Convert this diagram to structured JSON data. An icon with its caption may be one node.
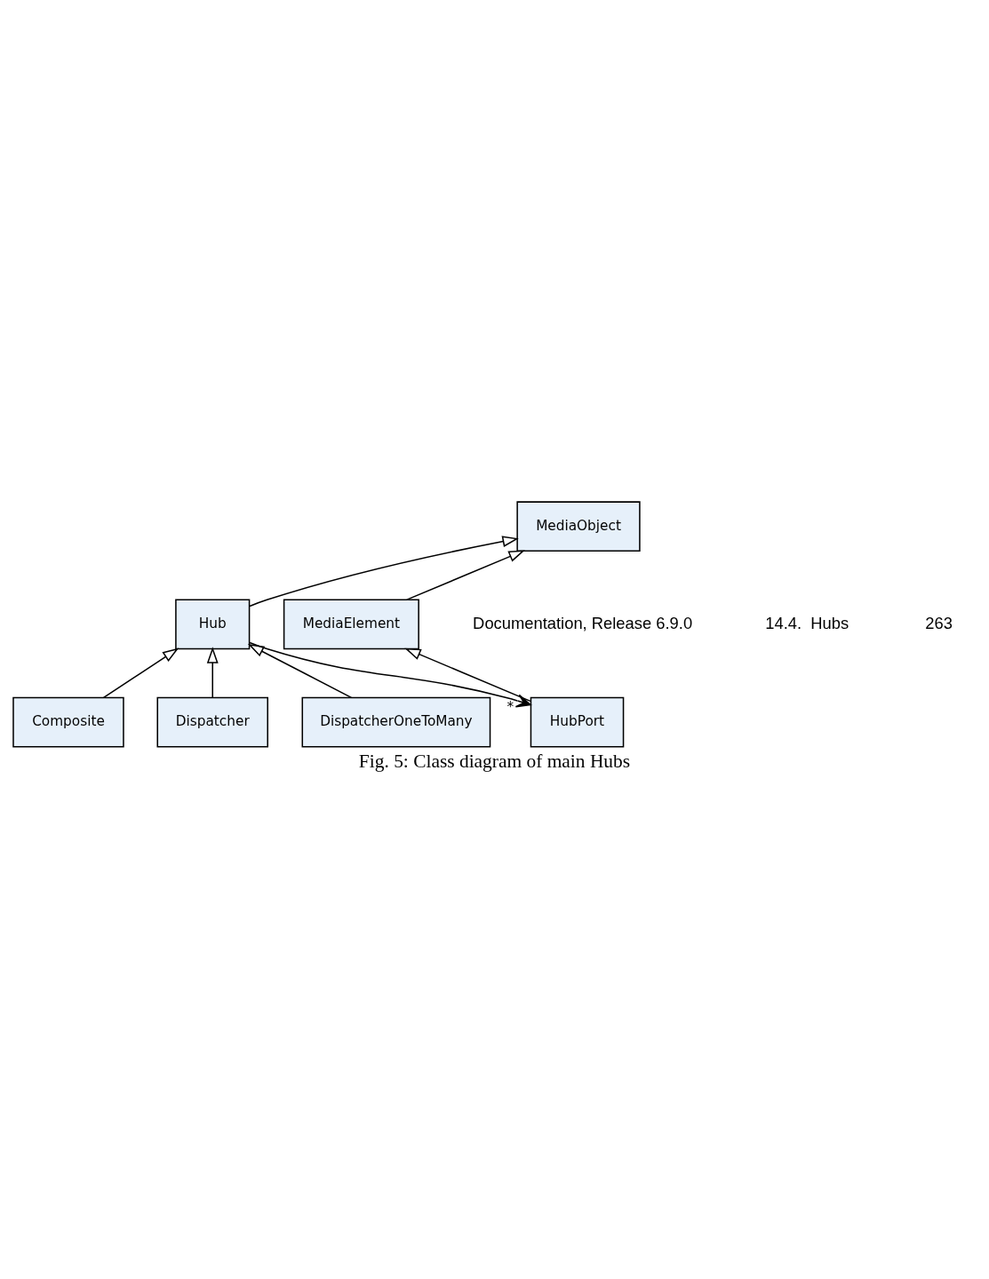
{
  "diagram": {
    "caption": "Fig. 5: Class diagram of main Hubs",
    "nodes": [
      {
        "text": [
          "MediaObject"
        ]
      },
      {
        "text": [
          "MediaElement"
        ]
      },
      {
        "text": [
          "Hub"
        ]
      },
      {
        "text": [
          "HubPort"
        ]
      },
      {
        "text": [
          "Composite"
        ]
      },
      {
        "text": [
          "Dispatcher"
        ]
      },
      {
        "text": [
          "DispatcherOneToMany"
        ]
      }
    ],
    "edges": [
      {
        "from": 1,
        "to": 0,
        "arrow": "to"
      },
      {
        "from": 2,
        "to": 0,
        "arrow": "to"
      },
      {
        "from": 3,
        "to": 1,
        "arrow": "to"
      },
      {
        "from": 2,
        "to": 3,
        "arrow": "to",
        "label": "*"
      },
      {
        "from": 4,
        "to": 2,
        "arrow": "to"
      },
      {
        "from": 5,
        "to": 2,
        "arrow": "to"
      },
      {
        "from": 6,
        "to": 2,
        "arrow": "to"
      }
    ],
    "labels": [
      "Documentation, Release 6.9.0",
      "14.4.  Hubs",
      "263"
    ]
  }
}
